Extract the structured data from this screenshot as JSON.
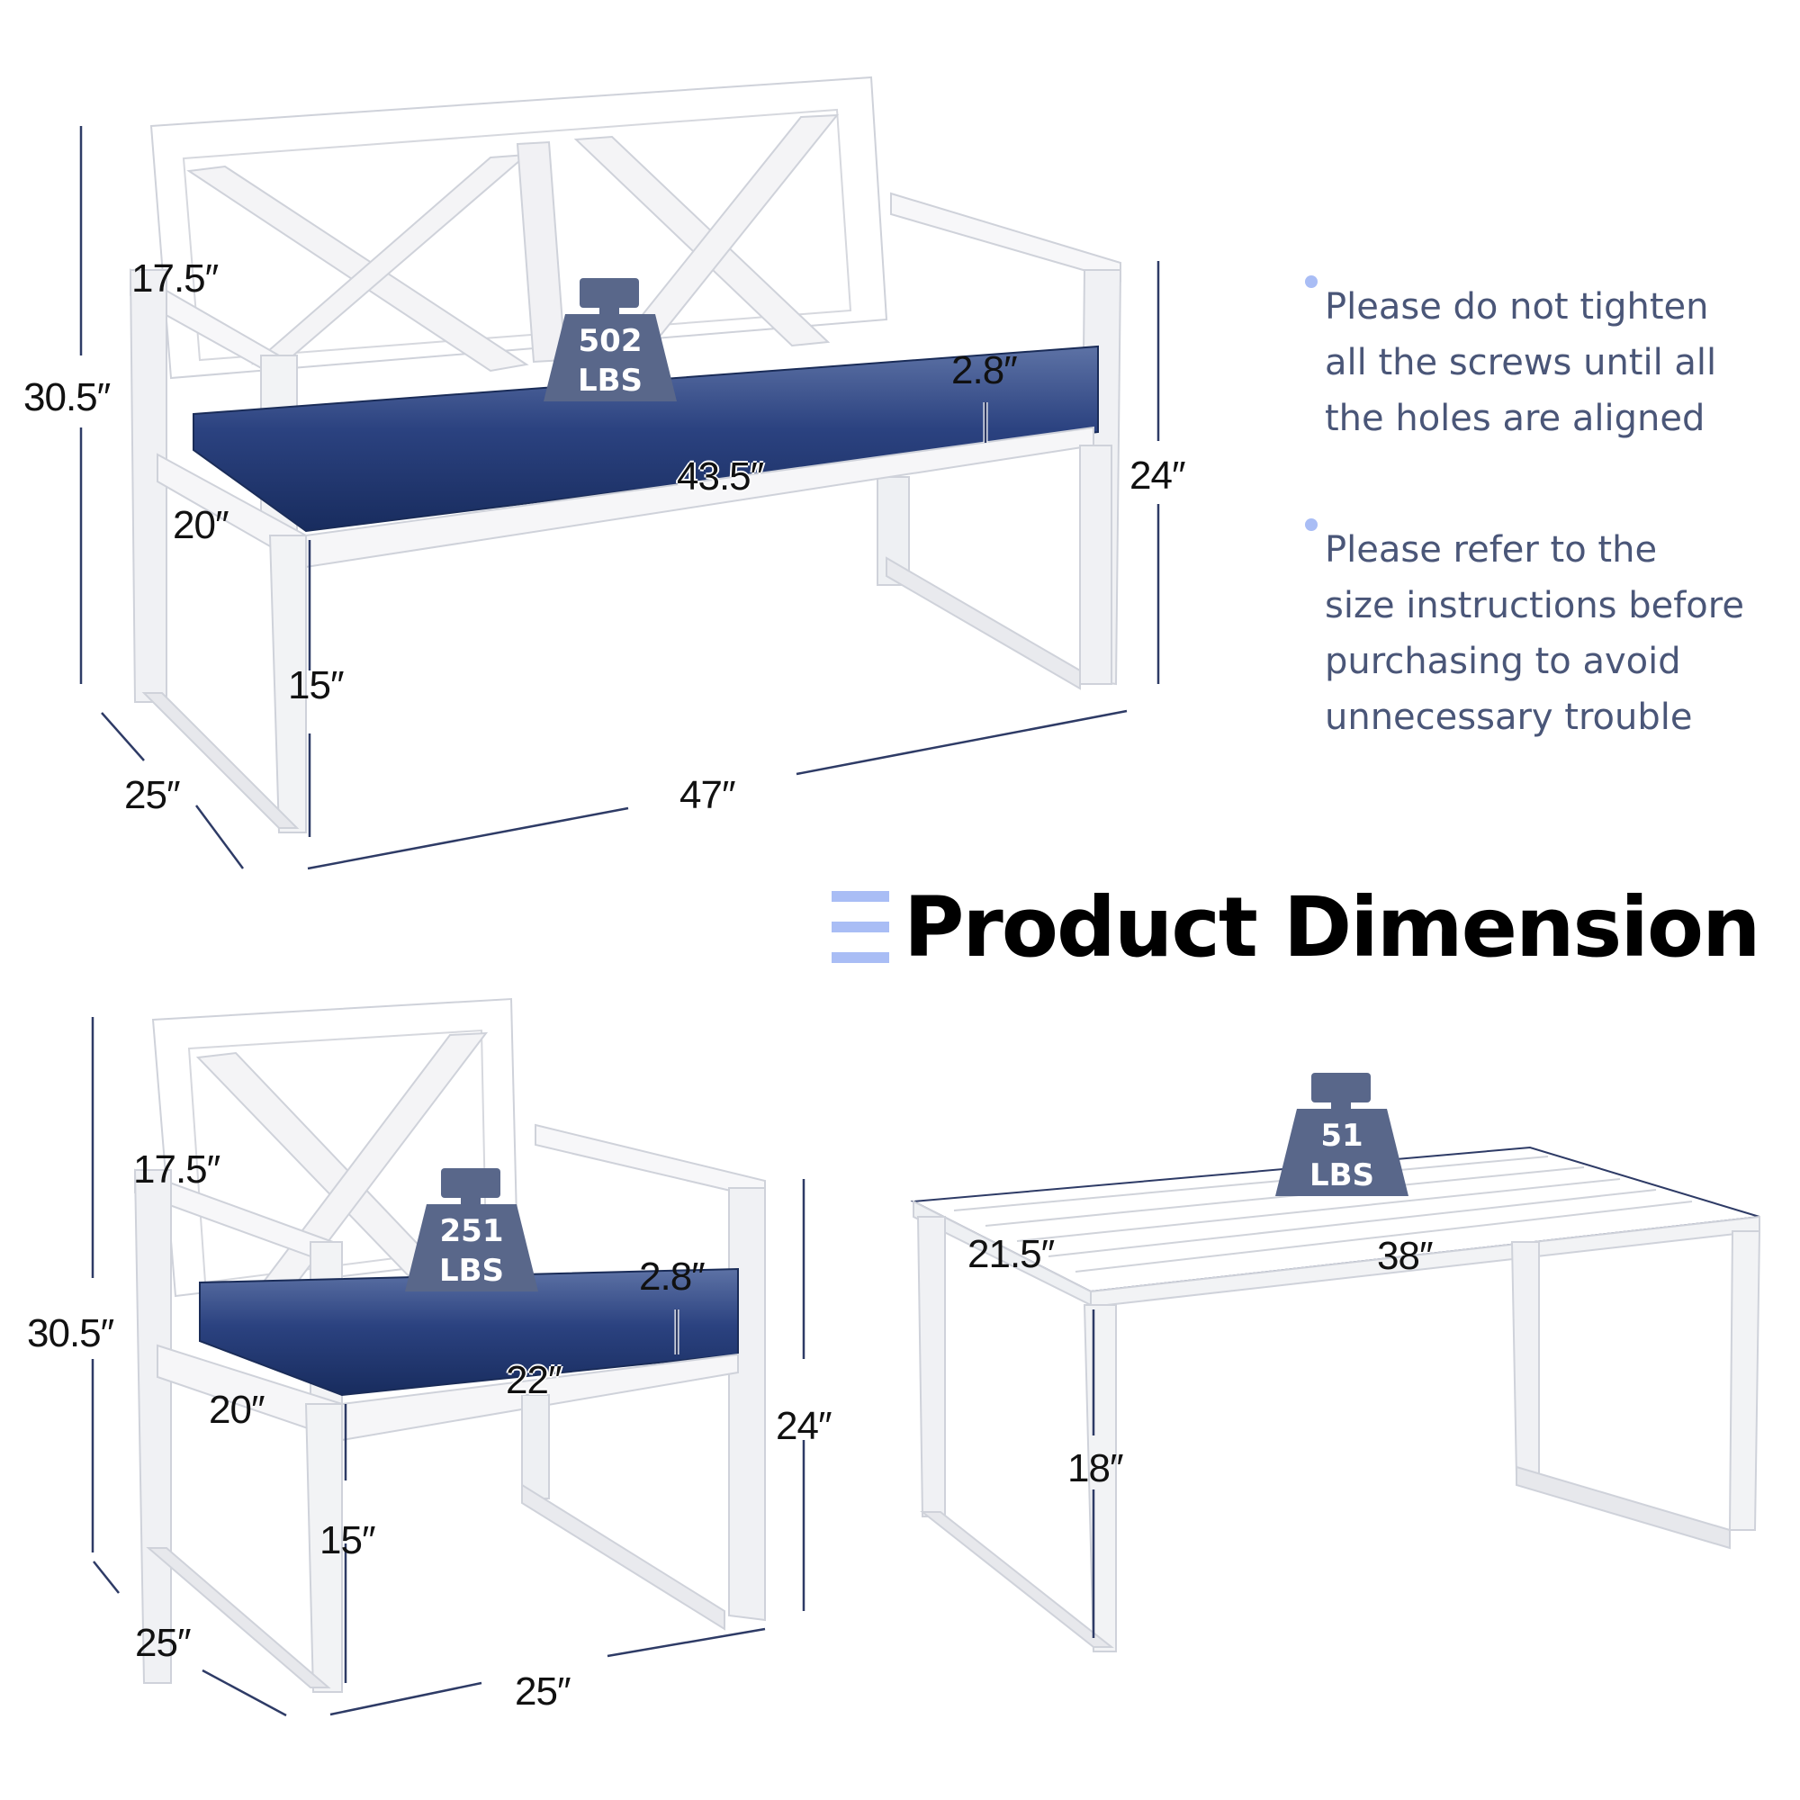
{
  "title": {
    "text": "Product Dimension",
    "icon": "list-lines-icon",
    "accent": "#a9bdf5"
  },
  "notes": [
    {
      "text": "Please do not tighten all the screws until all the holes are aligned",
      "lines": [
        "Please do not tighten",
        "all the screws until all",
        "the holes are aligned"
      ]
    },
    {
      "text": "Please refer to the size instructions before purchasing to avoid unnecessary trouble",
      "lines": [
        "Please refer to the",
        "size instructions before",
        "purchasing to avoid",
        "unnecessary trouble"
      ]
    }
  ],
  "colors": {
    "frame": "#ffffff",
    "frame_shade": "#dcdde2",
    "cushion": "#1f3569",
    "weight_badge": "#59678a",
    "dim_line": "#2e3b66",
    "note_text": "#4a5678"
  },
  "bench": {
    "weight": {
      "value": "502",
      "unit": "LBS"
    },
    "dimensions": {
      "overall_height": "30.5″",
      "armrest_height": "17.5″",
      "seat_depth": "20″",
      "cushion_thickness": "2.8″",
      "seat_width": "43.5″",
      "seat_height": "24″",
      "leg_height": "15″",
      "depth": "25″",
      "width": "47″"
    }
  },
  "chair": {
    "weight": {
      "value": "251",
      "unit": "LBS"
    },
    "dimensions": {
      "overall_height": "30.5″",
      "armrest_height": "17.5″",
      "seat_depth": "20″",
      "cushion_thickness": "2.8″",
      "seat_width": "22″",
      "seat_height": "24″",
      "leg_height": "15″",
      "depth": "25″",
      "width": "25″"
    }
  },
  "table": {
    "weight": {
      "value": "51",
      "unit": "LBS"
    },
    "dimensions": {
      "depth": "21.5″",
      "width": "38″",
      "height": "18″"
    }
  }
}
